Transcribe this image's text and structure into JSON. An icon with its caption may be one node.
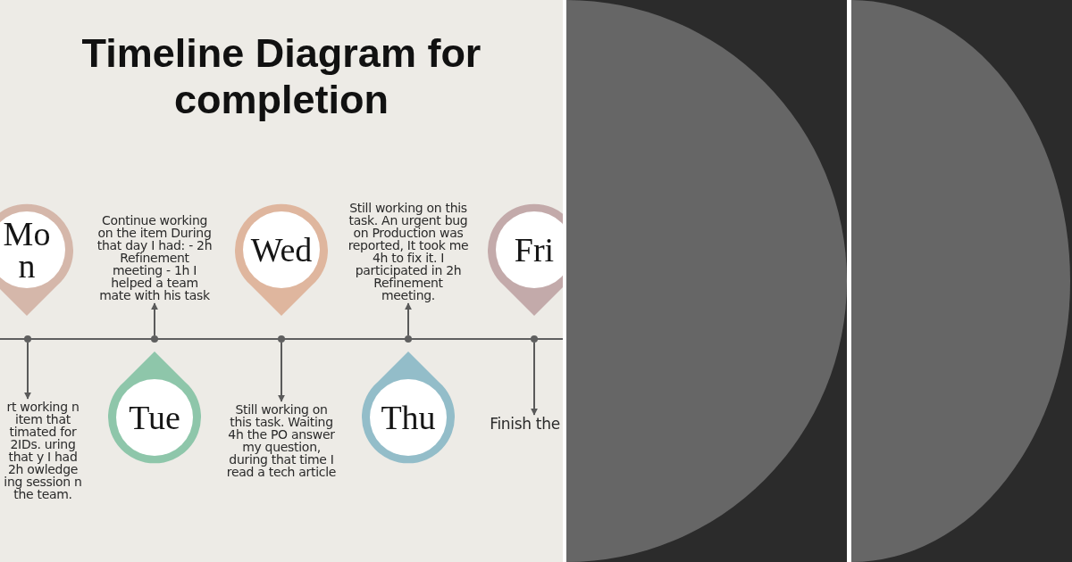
{
  "diagram": {
    "title": "Timeline Diagram for completion",
    "nodes": [
      {
        "text": [
          "Mo n"
        ]
      },
      {
        "text": [
          "Continue working on the item During that day I had: - 2h Refinement meeting - 1h I helped a team mate with his task"
        ]
      },
      {
        "text": [
          "Wed"
        ]
      },
      {
        "text": [
          "Still working on this task. An urgent bug on Production was reported, It took me 4h to fix it. I participated in 2h Refinement meeting."
        ]
      },
      {
        "text": [
          "Fri"
        ]
      },
      {
        "text": [],
        "shape": "bar"
      },
      {
        "text": [
          "rt working n item that timated for 2IDs. uring that y I had 2h owledge ing session n the team."
        ]
      },
      {
        "text": [
          "Tue"
        ]
      },
      {
        "text": [
          "Still working on this task. Waiting 4h the PO answer my question, during that time I read a tech article"
        ]
      },
      {
        "text": [
          "Thu"
        ]
      },
      {
        "text": [
          "Finish the"
        ]
      }
    ],
    "edges": [
      {
        "from": 5,
        "to": 6,
        "arrow": "to"
      },
      {
        "from": 5,
        "to": 1,
        "arrow": "to"
      },
      {
        "from": 5,
        "to": 8,
        "arrow": "to"
      },
      {
        "from": 5,
        "to": 3,
        "arrow": "to"
      },
      {
        "from": 5,
        "to": 10,
        "arrow": "to"
      }
    ]
  }
}
